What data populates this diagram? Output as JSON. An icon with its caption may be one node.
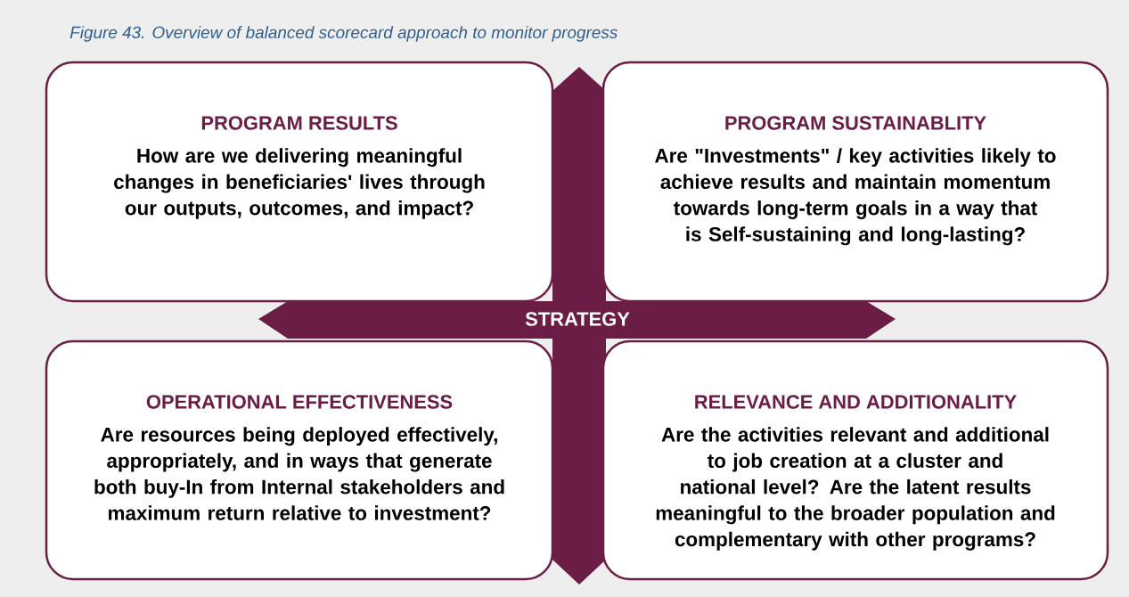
{
  "diagram": {
    "title": "Figure 43. Overview of balanced scorecard approach to monitor progress",
    "nodes": [
      {
        "text": [
          "PROGRAM RESULTS",
          "How are we delivering meaningful changes in beneficiaries' lives through our outputs, outcomes, and impact?"
        ]
      },
      {
        "text": [
          "PROGRAM SUSTAINABLITY",
          "Are \"Investments\" / key activities likely to achieve results and maintain momentum towards long-term goals in a way that is Self-sustaining and long-lasting?"
        ]
      },
      {
        "text": [
          "STRATEGY"
        ]
      },
      {
        "text": [
          "OPERATIONAL EFFECTIVENESS",
          "Are resources being deployed effectively, appropriately, and in ways that generate both buy-In from Internal stakeholders and maximum return relative to investment?"
        ]
      },
      {
        "text": [
          "RELEVANCE AND ADDITIONALITY",
          "Are the activities relevant and additional to job creation at a cluster and national level? Are the latent results meaningful to the broader population and complementary with other programs?"
        ]
      }
    ],
    "edges": []
  }
}
